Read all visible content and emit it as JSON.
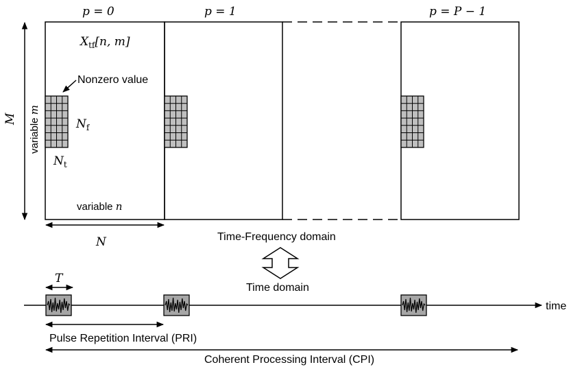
{
  "labels": {
    "p0": "p = 0",
    "p1": "p = 1",
    "plast": "p = P − 1",
    "xtf_main": "X",
    "xtf_sub": "tf",
    "xtf_args": "[n, m]",
    "nonzero": "Nonzero value",
    "nf_main": "N",
    "nf_sub": "f",
    "nt_main": "N",
    "nt_sub": "t",
    "var_n_text": "variable ",
    "var_n_sym": "n",
    "var_m_text": "variable ",
    "var_m_sym": "m",
    "M": "M",
    "N": "N",
    "tf_domain": "Time-Frequency  domain",
    "time_domain": "Time domain",
    "T": "T",
    "time": "time",
    "pri": "Pulse Repetition Interval (PRI)",
    "cpi": "Coherent Processing Interval (CPI)"
  },
  "colors": {
    "stroke": "#000000",
    "cell_fill": "#bfbfbf",
    "pulse_fill": "#a6a6a6",
    "background": "#ffffff"
  }
}
